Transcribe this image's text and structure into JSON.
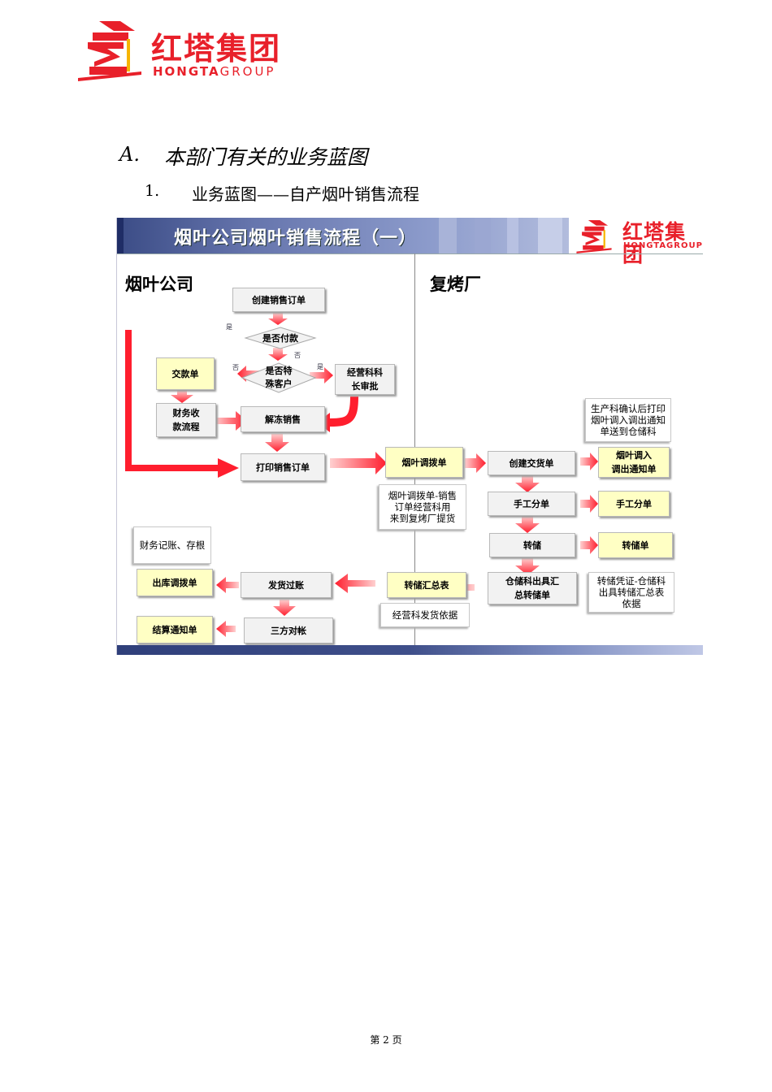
{
  "header": {
    "logo_cn": "红塔集团",
    "logo_en_bold": "HONGTA",
    "logo_en_thin": "GROUP"
  },
  "heading_a": {
    "marker": "A.",
    "text": "本部门有关的业务蓝图"
  },
  "heading_1": {
    "marker": "1.",
    "text": "业务蓝图——自产烟叶销售流程"
  },
  "slide": {
    "title": "烟叶公司烟叶销售流程（一）",
    "logo_cn": "红塔集团",
    "logo_en": "HONGTAGROUP",
    "lane_left": "烟叶公司",
    "lane_right": "复烤厂",
    "nodes": {
      "create_order": "创建销售订单",
      "is_paid": "是否付款",
      "special_customer": "是否特\n殊客户",
      "payment_slip": "交款单",
      "manager_approval": "经营科科\n长审批",
      "finance_flow": "财务收\n款流程",
      "unfreeze": "解冻销售",
      "print_order": "打印销售订单",
      "transfer_order": "烟叶调拨单",
      "create_delivery": "创建交货单",
      "transfer_notice": "烟叶调入\n调出通知单",
      "manual_split": "手工分单",
      "manual_split_doc": "手工分单",
      "transfer_store": "转储",
      "transfer_store_doc": "转储单",
      "warehouse_summary": "仓储科出具汇\n总转储单",
      "summary_table": "转储汇总表",
      "delivery_posting": "发货过账",
      "outbound_doc": "出库调拨单",
      "settlement_notice": "结算通知单",
      "three_party": "三方对帐"
    },
    "notes": {
      "production": "生产科确认后打印\n烟叶调入调出通知\n单送到仓储科",
      "transfer_note": "烟叶调拨单-销售\n订单经营科用\n来到复烤厂提货",
      "finance": "财务记账、存根",
      "voucher": "转储凭证-仓储科\n出具转储汇总表\n依据",
      "basis": "经营科发货依据"
    },
    "labels": {
      "yes": "是",
      "no": "否"
    }
  },
  "footer": {
    "page": "第 2 页"
  }
}
